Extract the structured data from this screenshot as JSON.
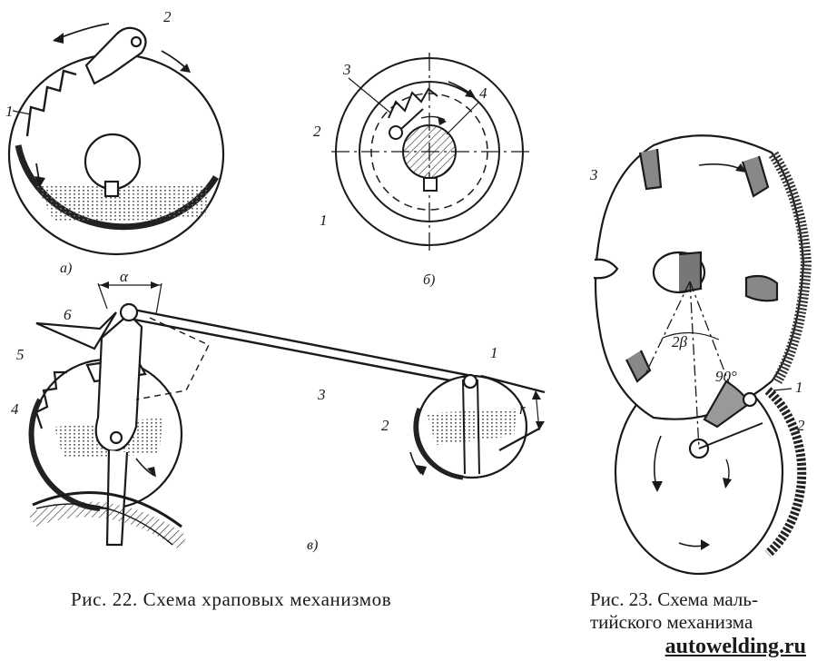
{
  "figure22": {
    "caption": "Рис. 22. Схема храповых механизмов",
    "part_a": {
      "sublabel": "а)",
      "labels": [
        "1",
        "2"
      ]
    },
    "part_b": {
      "sublabel": "б)",
      "labels": [
        "1",
        "2",
        "3",
        "4"
      ]
    },
    "part_v": {
      "sublabel": "в)",
      "labels": [
        "1",
        "2",
        "3",
        "4",
        "5",
        "6"
      ],
      "angle_symbol": "α",
      "length_symbol": "r"
    }
  },
  "figure23": {
    "caption_line1": "Рис. 23. Схема маль-",
    "caption_line2": "тийского механизма",
    "labels": [
      "1",
      "2",
      "3"
    ],
    "angle_2beta": "2β",
    "angle_90": "90°"
  },
  "watermark": "autowelding.ru"
}
